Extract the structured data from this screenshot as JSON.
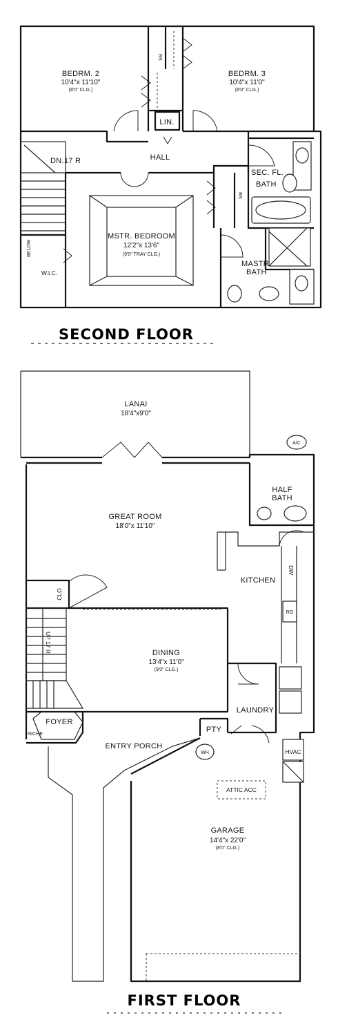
{
  "second_floor": {
    "title": "SECOND FLOOR",
    "rooms": {
      "bedrm2": {
        "name": "BEDRM. 2",
        "size": "10'4\"x 11'10\"",
        "ceiling": "(8'0\" CLG.)"
      },
      "bedrm3": {
        "name": "BEDRM. 3",
        "size": "10'4\"x 11'0\"",
        "ceiling": "(8'0\" CLG.)"
      },
      "hall": {
        "name": "HALL"
      },
      "lin": {
        "name": "LIN."
      },
      "stair_down": {
        "name": "DN.17 R"
      },
      "sec_fl_bath": {
        "name": "SEC. FL.",
        "name2": "BATH"
      },
      "mstr_bedroom": {
        "name": "MSTR. BEDROOM",
        "size": "12'2\"x 13'6\"",
        "ceiling": "(9'0\" TRAY CLG.)"
      },
      "mastr_bath": {
        "name": "MASTR.",
        "name2": "BATH"
      },
      "wic": {
        "name": "W.I.C."
      },
      "rs_top": {
        "name": "RS"
      },
      "rs_mid": {
        "name": "RS"
      },
      "below": {
        "name": "BELOW"
      }
    }
  },
  "first_floor": {
    "title": "FIRST FLOOR",
    "rooms": {
      "lanai": {
        "name": "LANAI",
        "size": "18'4\"x9'0\""
      },
      "ac": {
        "name": "A/C"
      },
      "half_bath": {
        "name": "HALF",
        "name2": "BATH"
      },
      "great_room": {
        "name": "GREAT ROOM",
        "size": "18'0\"x 11'10\""
      },
      "kitchen": {
        "name": "KITCHEN"
      },
      "dw": {
        "name": "DW"
      },
      "rg": {
        "name": "RG"
      },
      "clo": {
        "name": "CLO"
      },
      "stair_up": {
        "name": "UP 17 R"
      },
      "dining": {
        "name": "DINING",
        "size": "13'4\"x 11'0\"",
        "ceiling": "(9'0\" CLG.)"
      },
      "laundry": {
        "name": "LAUNDRY"
      },
      "foyer": {
        "name": "FOYER"
      },
      "niche": {
        "name": "NICHE"
      },
      "pty": {
        "name": "PTY"
      },
      "entry_porch": {
        "name": "ENTRY PORCH"
      },
      "wh": {
        "name": "WH"
      },
      "hvac": {
        "name": "HVAC"
      },
      "attic_acc": {
        "name": "ATTIC ACC"
      },
      "garage": {
        "name": "GARAGE",
        "size": "14'4\"x 22'0\"",
        "ceiling": "(8'0\" CLG.)"
      }
    }
  }
}
